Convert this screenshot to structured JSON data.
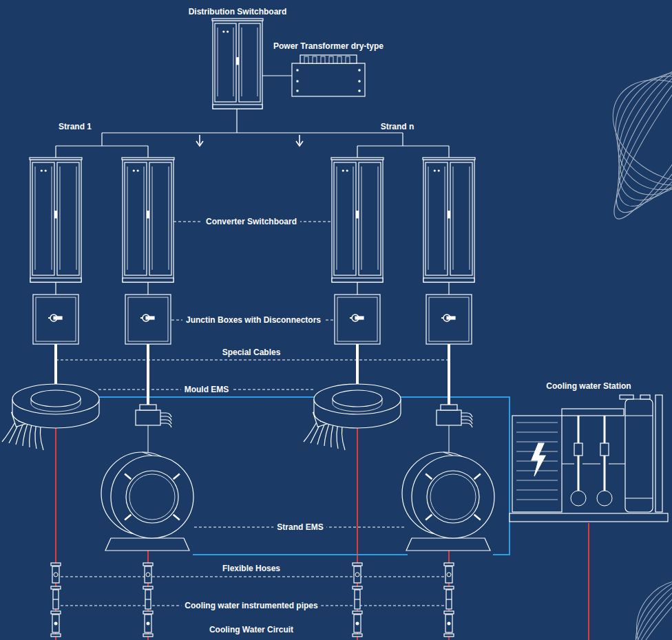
{
  "diagram": {
    "nodes": [
      {
        "text": [
          "Distribution Switchboard"
        ]
      },
      {
        "text": [
          "Power Transformer dry-type"
        ]
      },
      {
        "text": [
          "Cooling water Station"
        ]
      }
    ],
    "edges": [
      {
        "from": 0,
        "to": 1,
        "arrow": "none"
      }
    ],
    "labels": [
      "Strand 1",
      "Strand n",
      "Converter Switchboard",
      "Junctin Boxes with Disconnectors",
      "Special Cables",
      "Mould EMS",
      "Strand EMS",
      "Flexible Hoses",
      "Cooling water instrumented pipes",
      "Cooling Water Circuit"
    ]
  }
}
